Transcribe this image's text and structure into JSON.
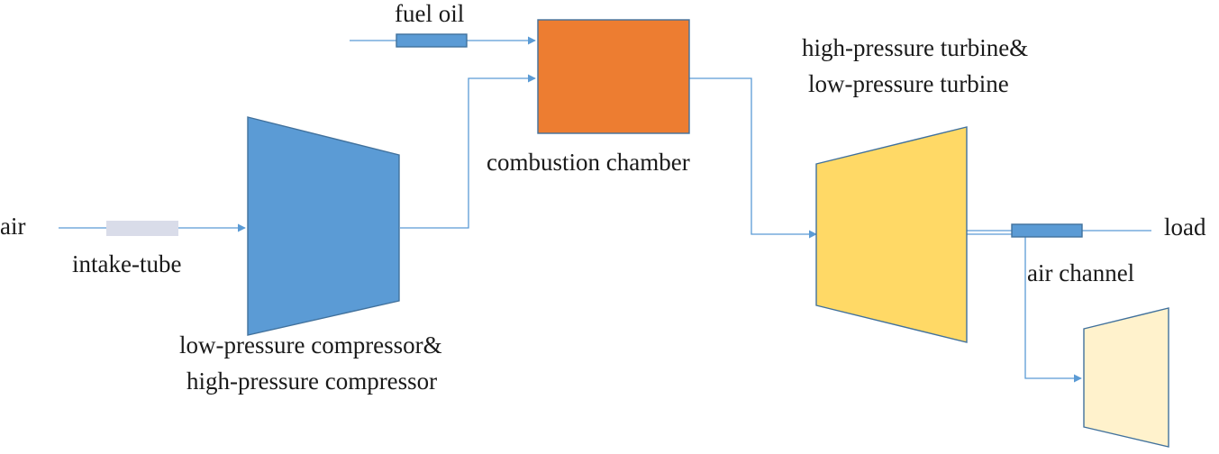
{
  "labels": {
    "air": "air",
    "intake_tube": "intake-tube",
    "compressor_line1": "low-pressure compressor&",
    "compressor_line2": "high-pressure compressor",
    "fuel_oil": "fuel oil",
    "combustion_chamber": "combustion chamber",
    "turbine_line1": "high-pressure turbine&",
    "turbine_line2": "low-pressure turbine",
    "load": "load",
    "air_channel": "air channel"
  },
  "colors": {
    "compressor": "#5b9bd5",
    "combustion_chamber": "#ed7d31",
    "turbine": "#ffd966",
    "exhaust": "#fff2cc",
    "intake_tube": "#d9dce9",
    "pipe": "#5b9bd5",
    "outline": "#41719c"
  }
}
